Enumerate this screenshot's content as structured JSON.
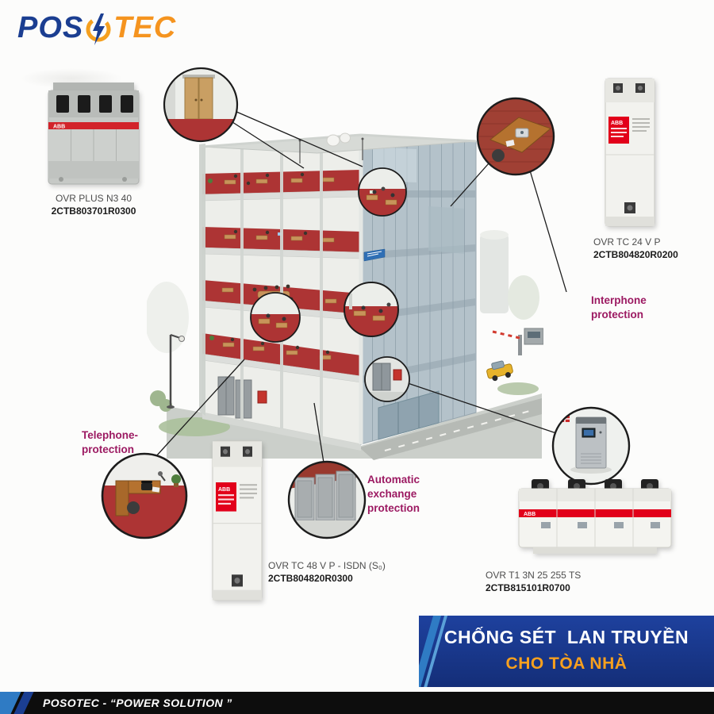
{
  "logo": {
    "pos": "POS",
    "tec": "TEC",
    "bolt_icon": "lightning-bolt"
  },
  "products": {
    "ovr_plus": {
      "name": "OVR PLUS N3 40",
      "code": "2CTB803701R0300",
      "brand": "ABB"
    },
    "ovr_tc_24": {
      "name": "OVR TC 24 V P",
      "code": "2CTB804820R0200",
      "brand": "ABB"
    },
    "ovr_tc_48": {
      "name": "OVR TC 48 V P - ISDN (S₀)",
      "code": "2CTB804820R0300",
      "brand": "ABB"
    },
    "ovr_t1": {
      "name": "OVR T1 3N 25 255 TS",
      "code": "2CTB815101R0700",
      "brand": "ABB"
    }
  },
  "annotations": {
    "interphone": {
      "line1": "Interphone",
      "line2": "protection"
    },
    "telephone": {
      "line1": "Telephone-",
      "line2": "protection"
    },
    "exchange": {
      "line1": "Automatic",
      "line2": "exchange",
      "line3": "protection"
    }
  },
  "banner": {
    "title": "CHỐNG SÉT  LAN TRUYỀN",
    "subtitle": "CHO TÒA NHÀ"
  },
  "footer": {
    "brand_line": "POSOTEC - “POWER SOLUTION ”"
  },
  "colors": {
    "accent_magenta": "#9c1a62",
    "banner_blue": "#16337f",
    "banner_orange": "#f7941d",
    "logo_blue": "#1b3e91",
    "logo_orange": "#f5941f",
    "abb_red": "#e2001a",
    "floor_red": "#ad3434"
  }
}
